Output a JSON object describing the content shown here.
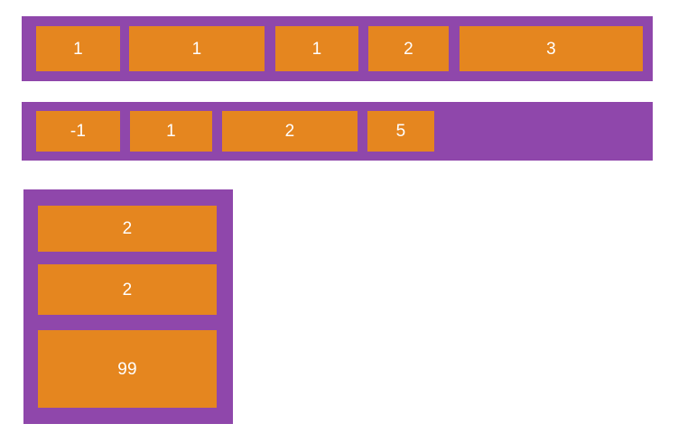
{
  "theme": {
    "container_color": "#8f47ab",
    "item_color": "#e5861f",
    "item_text_color": "#ffffff",
    "page_background": "#ffffff"
  },
  "blocks": [
    {
      "name": "row-one",
      "direction": "row",
      "items": [
        {
          "label": "1"
        },
        {
          "label": "1"
        },
        {
          "label": "1"
        },
        {
          "label": "2"
        },
        {
          "label": "3"
        }
      ]
    },
    {
      "name": "row-two",
      "direction": "row",
      "items": [
        {
          "label": "-1"
        },
        {
          "label": "1"
        },
        {
          "label": "2"
        },
        {
          "label": "5"
        }
      ]
    },
    {
      "name": "column-one",
      "direction": "column",
      "items": [
        {
          "label": "2"
        },
        {
          "label": "2"
        },
        {
          "label": "99"
        }
      ]
    }
  ]
}
